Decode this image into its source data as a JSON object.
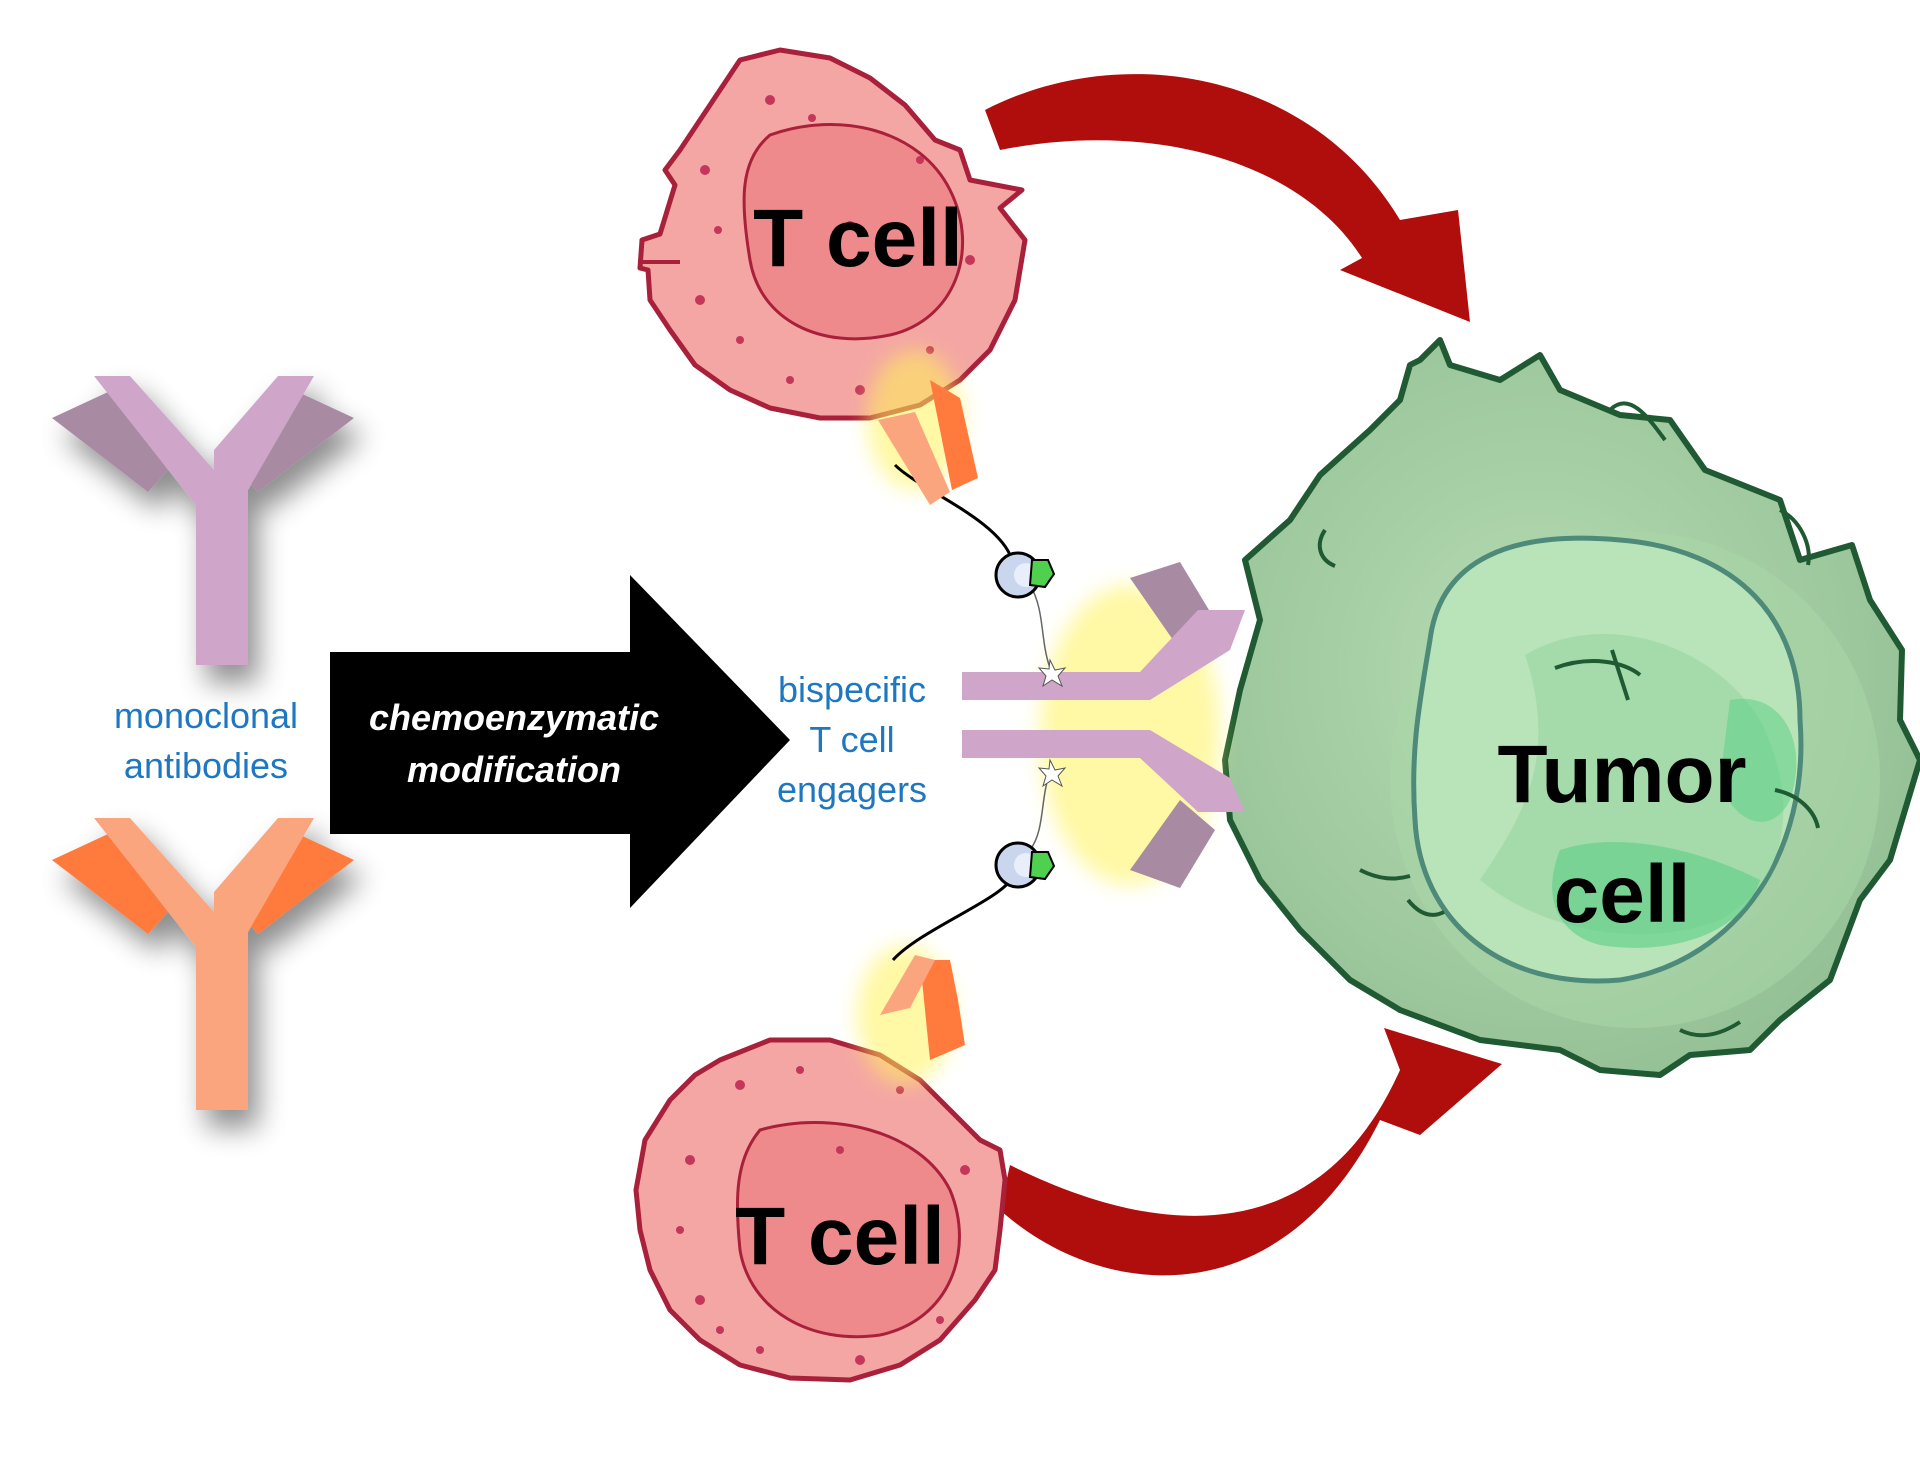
{
  "labels": {
    "monoclonal": [
      "monoclonal",
      "antibodies"
    ],
    "process": [
      "chemoenzymatic",
      "modification"
    ],
    "bispecific": [
      "bispecific",
      "T cell",
      "engagers"
    ],
    "t_cell_top": "T cell",
    "t_cell_bottom": "T cell",
    "tumor": [
      "Tumor",
      "cell"
    ]
  },
  "colors": {
    "label_blue": "#1f77c0",
    "arrow_black": "#000000",
    "curved_arrow_red": "#b00d0d",
    "tcell_fill": "#f4a6a4",
    "tcell_outline": "#a9203a",
    "tcell_nucleus": "#ee8a8c",
    "tumor_fill": "#9cc79c",
    "tumor_outline": "#1f5a33",
    "tumor_nucleus": "#b9e4b9",
    "antibody_purple": "#cfa6c9",
    "antibody_purple_dark": "#a88aa3",
    "antibody_orange": "#fba57f",
    "antibody_orange_dark": "#ff7a3c",
    "glow_yellow": "#fff35a"
  },
  "icons": [
    "antibody-icon",
    "t-cell-icon",
    "tumor-cell-icon",
    "arrow-right-icon",
    "curved-arrow-icon"
  ]
}
